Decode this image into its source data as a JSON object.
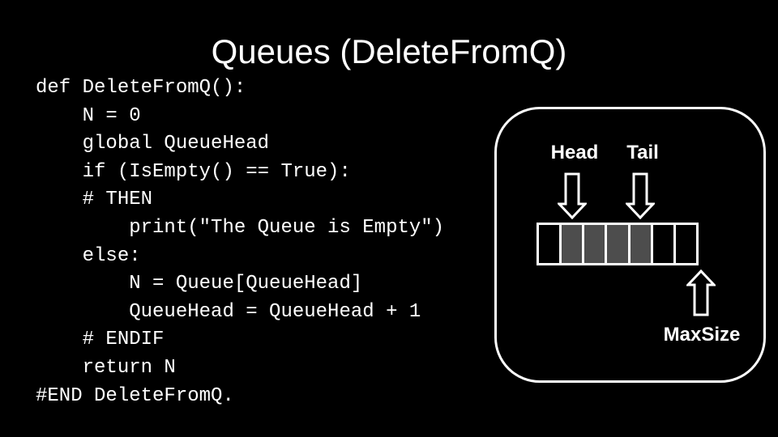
{
  "slide": {
    "title": "Queues (DeleteFromQ)",
    "background_color": "#000000",
    "text_color": "#ffffff"
  },
  "code": {
    "lines": [
      "def DeleteFromQ():",
      "    N = 0",
      "    global QueueHead",
      "    if (IsEmpty() == True):",
      "    # THEN",
      "        print(\"The Queue is Empty\")",
      "    else:",
      "        N = Queue[QueueHead]",
      "        QueueHead = QueueHead + 1",
      "    # ENDIF",
      "    return N",
      "#END DeleteFromQ."
    ]
  },
  "diagram": {
    "head_label": "Head",
    "tail_label": "Tail",
    "maxsize_label": "MaxSize",
    "cells": [
      false,
      true,
      true,
      true,
      true,
      false,
      false
    ],
    "cell_count": 7,
    "outline_color": "#ffffff",
    "cell_filled_color": "#4d4d4d",
    "cell_empty_color": "#000000"
  }
}
